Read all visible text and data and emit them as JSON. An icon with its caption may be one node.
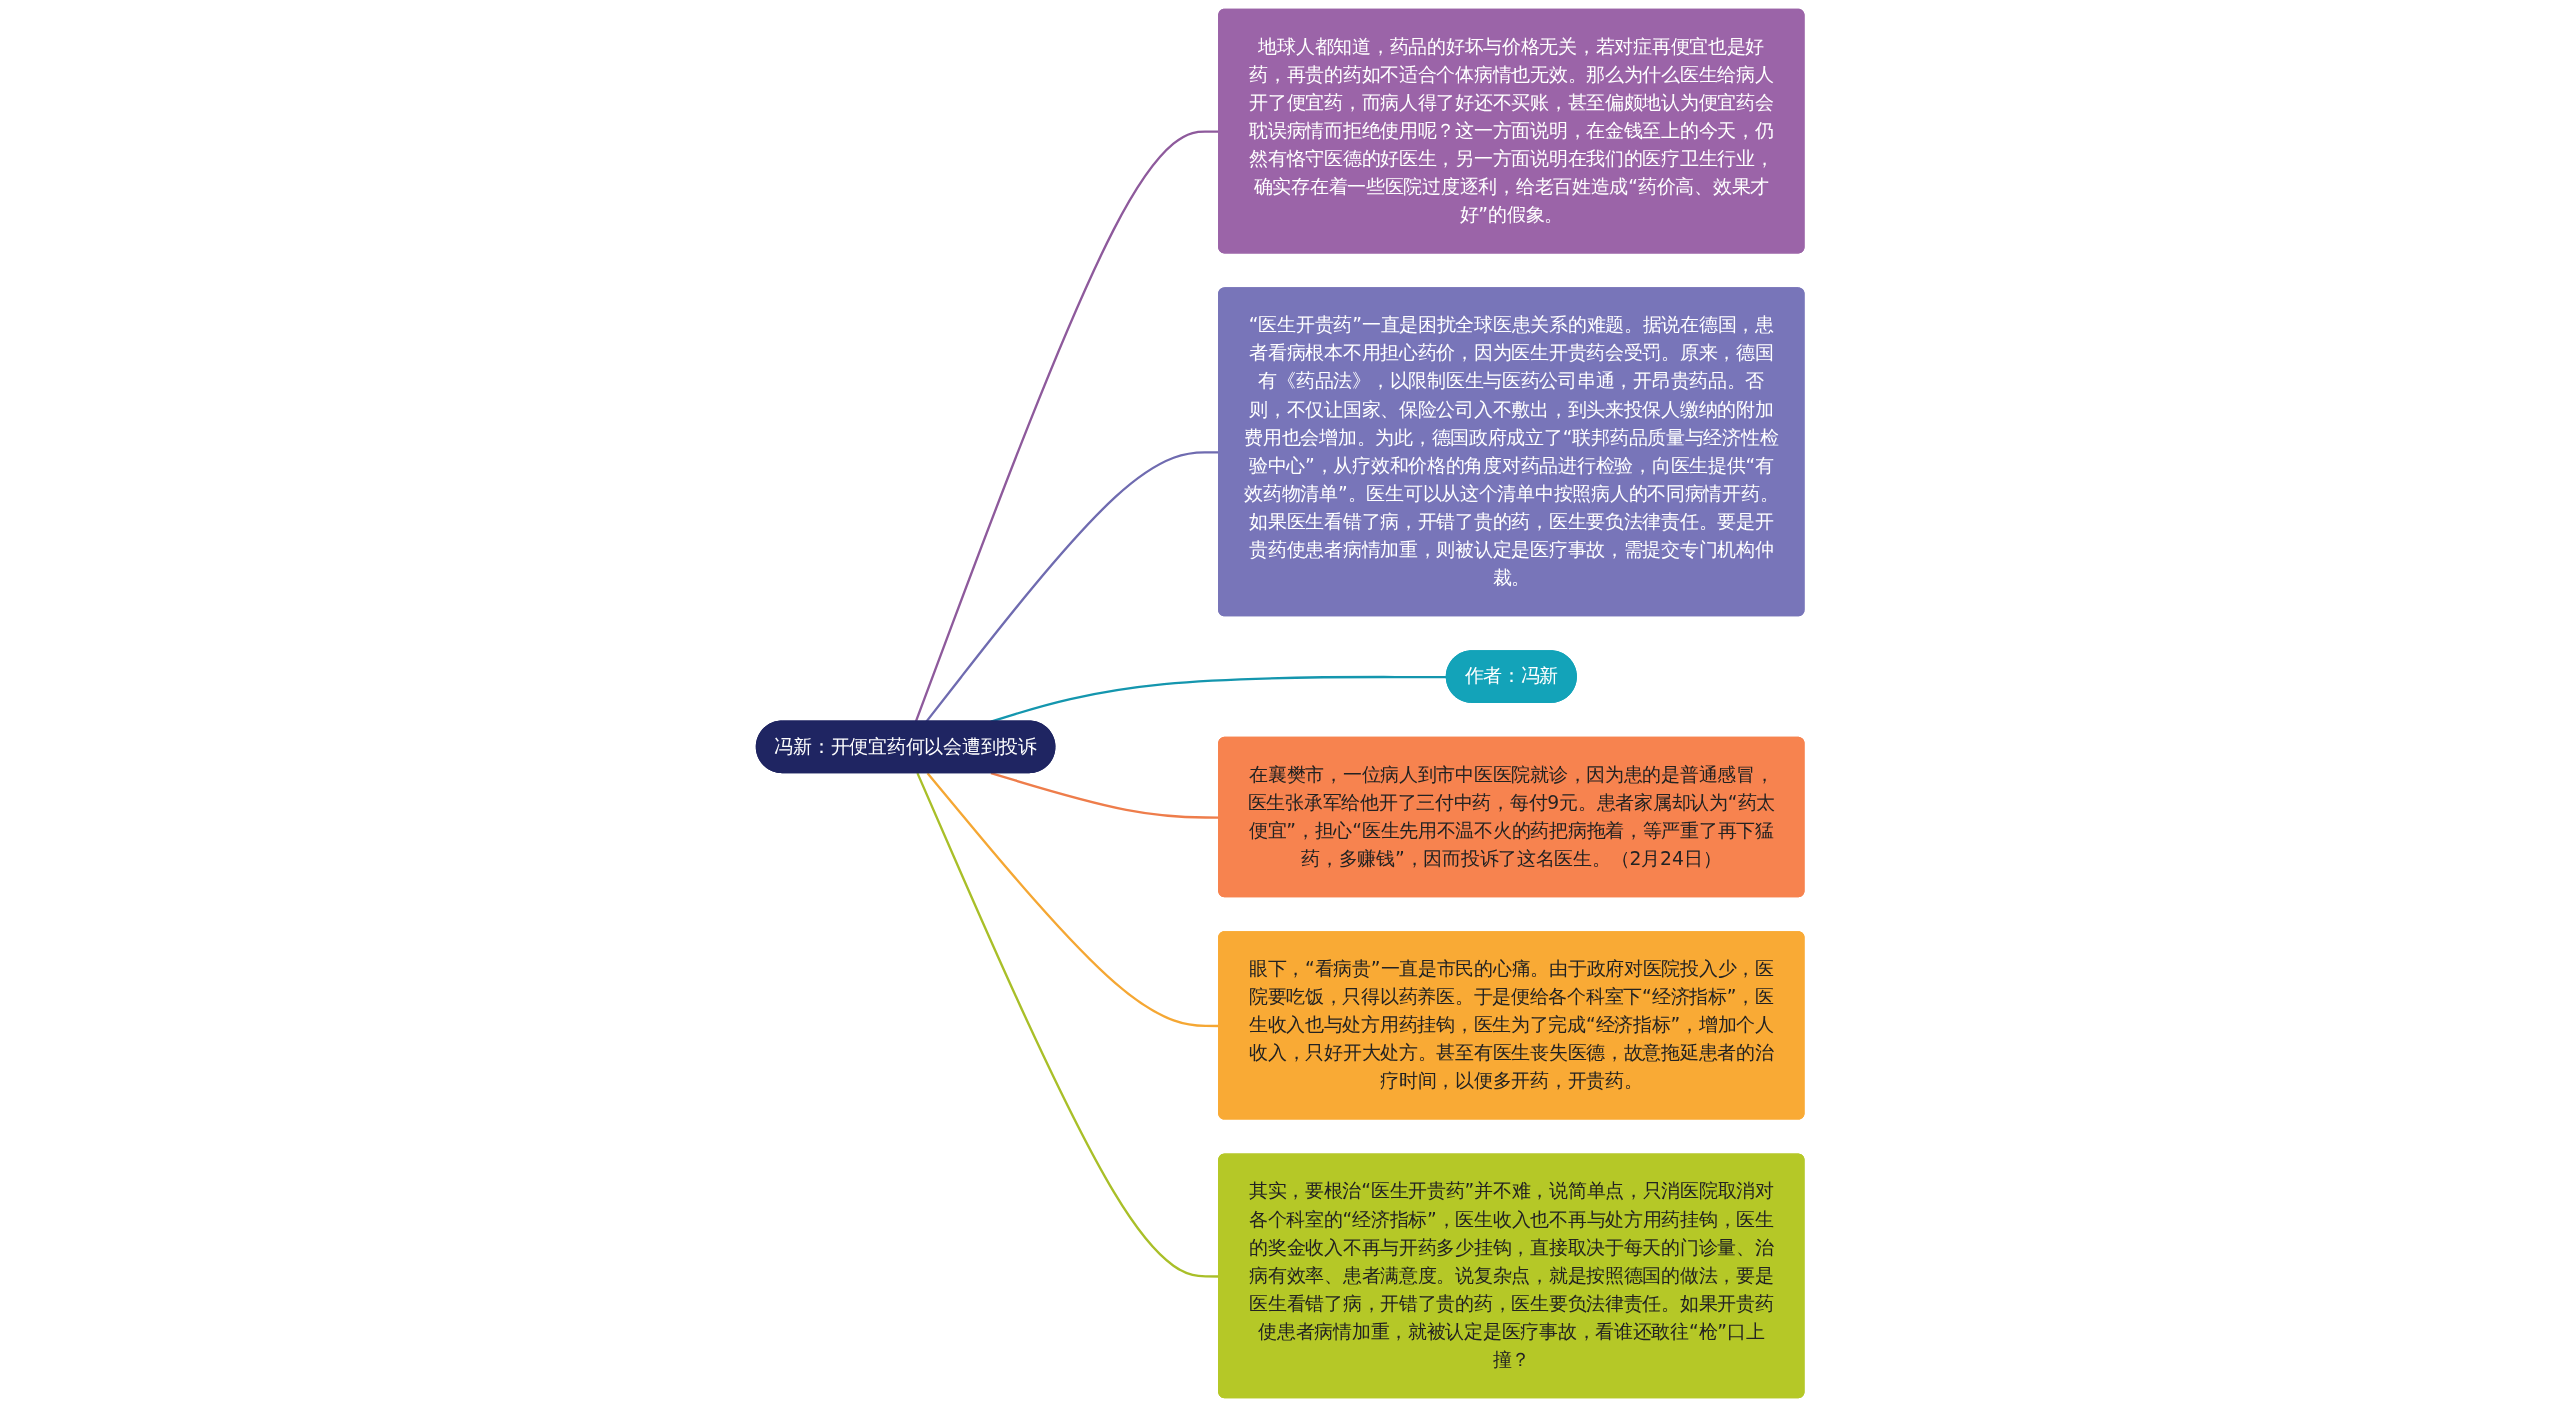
{
  "diagram": {
    "nodes": [
      {
        "text": [
          "冯新：开便宜药何以会遭到投诉"
        ]
      },
      {
        "text": [
          "地球人都知道，药品的好坏与价格无关，若对症再便宜也是好药，再贵的药如不适合个体病情也无效。那么为什么医生给病人开了便宜药，而病人得了好还不买账，甚至偏颇地认为便宜药会耽误病情而拒绝使用呢？这一方面说明，在金钱至上的今天，仍然有恪守医德的好医生，另一方面说明在我们的医疗卫生行业，确实存在着一些医院过度逐利，给老百姓造成“药价高、效果才好”的假象。"
        ]
      },
      {
        "text": [
          "“医生开贵药”一直是困扰全球医患关系的难题。据说在德国，患者看病根本不用担心药价，因为医生开贵药会受罚。原来，德国有《药品法》，以限制医生与医药公司串通，开昂贵药品。否则，不仅让国家、保险公司入不敷出，到头来投保人缴纳的附加费用也会增加。为此，德国政府成立了“联邦药品质量与经济性检验中心”，从疗效和价格的角度对药品进行检验，向医生提供“有效药物清单”。医生可以从这个清单中按照病人的不同病情开药。如果医生看错了病，开错了贵的药，医生要负法律责任。要是开贵药使患者病情加重，则被认定是医疗事故，需提交专门机构仲裁。"
        ]
      },
      {
        "text": [
          "作者：冯新"
        ]
      },
      {
        "text": [
          "在襄樊市，一位病人到市中医医院就诊，因为患的是普通感冒，医生张承军给他开了三付中药，每付9元。患者家属却认为“药太便宜”，担心“医生先用不温不火的药把病拖着，等严重了再下猛药，多赚钱”，因而投诉了这名医生。（2月24日）"
        ]
      },
      {
        "text": [
          "眼下，“看病贵”一直是市民的心痛。由于政府对医院投入少，医院要吃饭，只得以药养医。于是便给各个科室下“经济指标”，医生收入也与处方用药挂钩，医生为了完成“经济指标”，增加个人收入，只好开大处方。甚至有医生丧失医德，故意拖延患者的治疗时间，以便多开药，开贵药。"
        ]
      },
      {
        "text": [
          "其实，要根治“医生开贵药”并不难，说简单点，只消医院取消对各个科室的“经济指标”，医生收入也不再与处方用药挂钩，医生的奖金收入不再与开药多少挂钩，直接取决于每天的门诊量、治病有效率、患者满意度。说复杂点，就是按照德国的做法，要是医生看错了病，开错了贵的药，医生要负法律责任。如果开贵药使患者病情加重，就被认定是医疗事故，看谁还敢往“枪”口上撞？"
        ]
      }
    ],
    "edges": [
      {
        "from": 0,
        "to": 1,
        "arrow": "none",
        "color": "#8e5a9c"
      },
      {
        "from": 0,
        "to": 2,
        "arrow": "none",
        "color": "#6f6bb0"
      },
      {
        "from": 0,
        "to": 3,
        "arrow": "none",
        "color": "#1496ae"
      },
      {
        "from": 0,
        "to": 4,
        "arrow": "none",
        "color": "#ee7d4b"
      },
      {
        "from": 0,
        "to": 5,
        "arrow": "none",
        "color": "#f5a733"
      },
      {
        "from": 0,
        "to": 6,
        "arrow": "none",
        "color": "#a9bf28"
      }
    ]
  }
}
